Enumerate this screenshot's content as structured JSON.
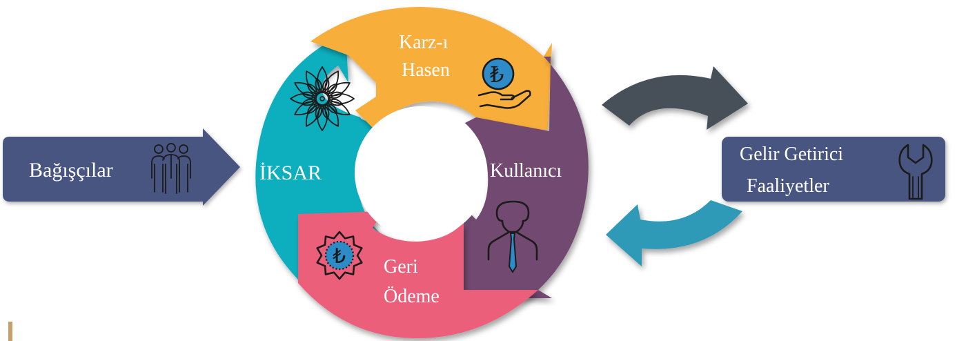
{
  "diagram": {
    "donors_label": "Bağışçılar",
    "org_label": "İKSAR",
    "loan_label": [
      "Karz-ı",
      "Hasen"
    ],
    "user_label": "Kullanıcı",
    "repay_label": [
      "Geri",
      "Ödeme"
    ],
    "income_label": [
      "Gelir Getirici",
      "Faaliyetler"
    ],
    "currency_symbol": "₺"
  },
  "icons": {
    "donors": "people-group-icon",
    "org": "flower-ornament-icon",
    "loan": "hand-coin-icon",
    "user": "person-tie-icon",
    "repay": "coin-badge-icon",
    "income": "wrench-icon"
  },
  "colors": {
    "navy": "#475580",
    "teal": "#0CAFBF",
    "orange": "#F8AE3A",
    "purple": "#724A71",
    "pink": "#EC5E7A",
    "dark_arrow": "#474F59",
    "blue_arrow": "#2D9AB7",
    "coin": "#2D8CC8",
    "tie": "#2D8CC8",
    "corner_mark": "#C8A06A"
  }
}
